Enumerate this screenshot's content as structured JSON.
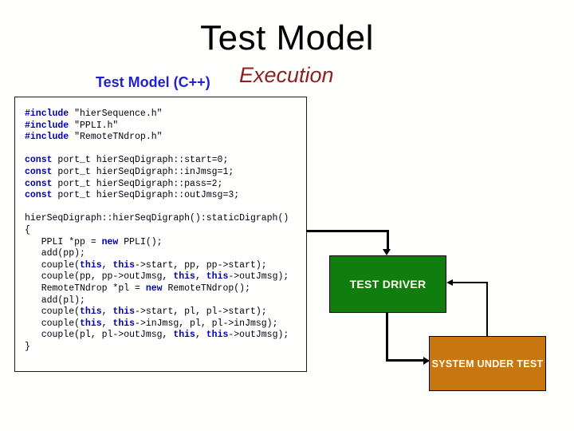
{
  "slide": {
    "title": "Test Model",
    "subtitle_code": "Test Model (C++)",
    "subtitle_exec": "Execution"
  },
  "code_panel": {
    "keywords": [
      "#include",
      "const",
      "new",
      "this"
    ],
    "lines": [
      "#include \"hierSequence.h\"",
      "#include \"PPLI.h\"",
      "#include \"RemoteTNdrop.h\"",
      "",
      "const port_t hierSeqDigraph::start=0;",
      "const port_t hierSeqDigraph::inJmsg=1;",
      "const port_t hierSeqDigraph::pass=2;",
      "const port_t hierSeqDigraph::outJmsg=3;",
      "",
      "hierSeqDigraph::hierSeqDigraph():staticDigraph()",
      "{",
      "   PPLI *pp = new PPLI();",
      "   add(pp);",
      "   couple(this, this->start, pp, pp->start);",
      "   couple(pp, pp->outJmsg, this, this->outJmsg);",
      "   RemoteTNdrop *pl = new RemoteTNdrop();",
      "   add(pl);",
      "   couple(this, this->start, pl, pl->start);",
      "   couple(this, this->inJmsg, pl, pl->inJmsg);",
      "   couple(pl, pl->outJmsg, this, this->outJmsg);",
      "}"
    ]
  },
  "diagram": {
    "test_driver": {
      "label": "TEST DRIVER",
      "fill": "#0f7e0f"
    },
    "system_under_test": {
      "label": "SYSTEM UNDER TEST",
      "fill": "#c8760f"
    }
  },
  "colors": {
    "title": "#000000",
    "subtitle_code": "#2222cc",
    "subtitle_exec": "#8e1f1f",
    "keyword": "#0000aa",
    "code_text": "#000010",
    "box_label": "#fffff0",
    "connector": "#000000"
  }
}
